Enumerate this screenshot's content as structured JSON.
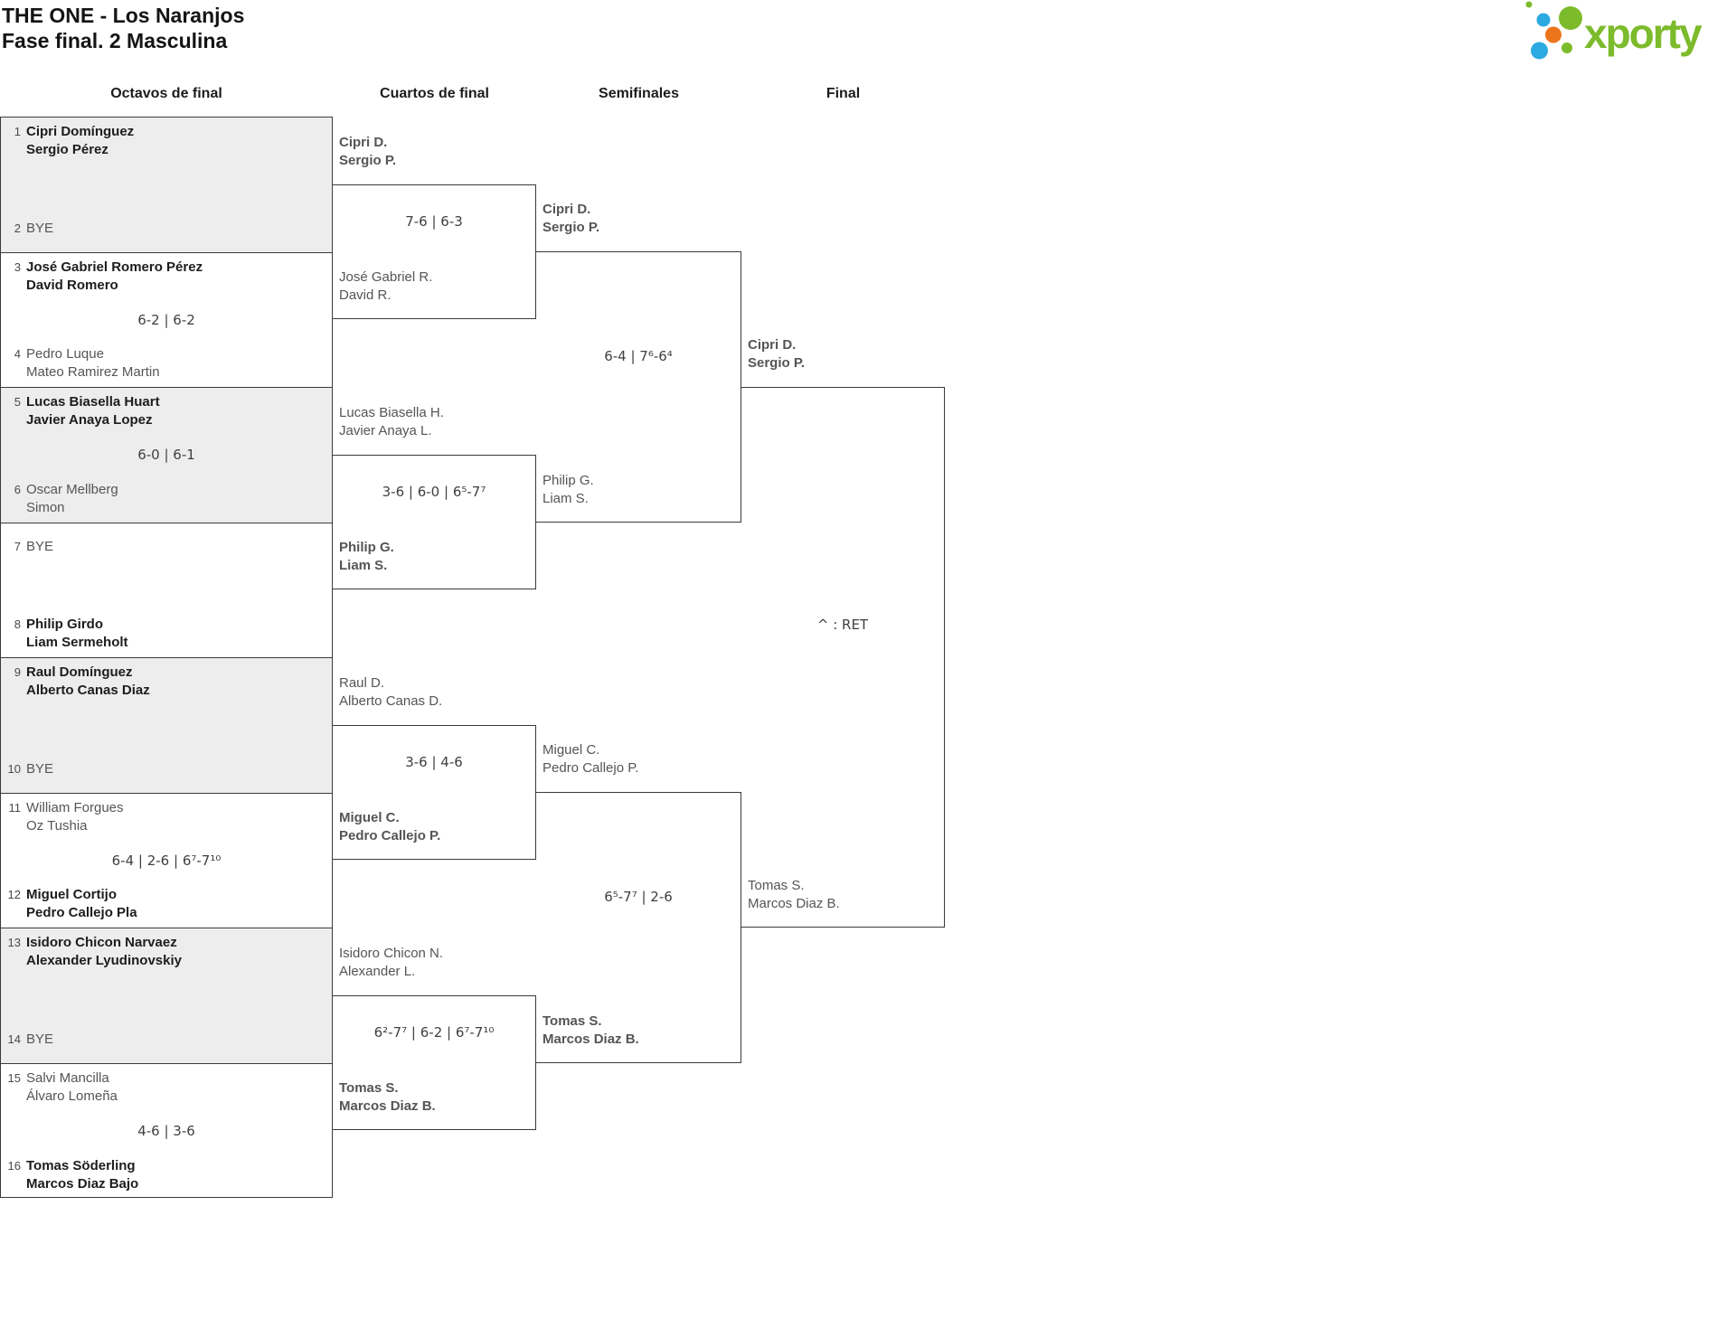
{
  "page": {
    "title": "THE ONE - Los Naranjos",
    "subtitle": "Fase final. 2 Masculina"
  },
  "logo": {
    "text": "xporty",
    "green": "#7cbb2b",
    "blue": "#2ba9e1",
    "orange": "#ec751c"
  },
  "theme": {
    "shaded_cell": "#ededed",
    "line_color": "#3a3a3a",
    "winner_text": "#1d1d1d",
    "regular_text": "#555555"
  },
  "rounds": [
    "Octavos de final",
    "Cuartos de final",
    "Semifinales",
    "Final"
  ],
  "legend": "^ : RET",
  "octavos": {
    "matches": [
      {
        "top": {
          "seed": "1",
          "line1": "Cipri Domínguez",
          "line2": "Sergio Pérez",
          "winner": true
        },
        "bottom": {
          "seed": "2",
          "line1": "BYE",
          "winner": false
        },
        "score": ""
      },
      {
        "top": {
          "seed": "3",
          "line1": "José Gabriel Romero Pérez",
          "line2": "David Romero",
          "winner": true
        },
        "bottom": {
          "seed": "4",
          "line1": "Pedro Luque",
          "line2": "Mateo Ramirez Martin",
          "winner": false
        },
        "score": "6-2 | 6-2"
      },
      {
        "top": {
          "seed": "5",
          "line1": "Lucas Biasella Huart",
          "line2": "Javier Anaya Lopez",
          "winner": true
        },
        "bottom": {
          "seed": "6",
          "line1": "Oscar Mellberg",
          "line2": "Simon",
          "winner": false
        },
        "score": "6-0 | 6-1"
      },
      {
        "top": {
          "seed": "7",
          "line1": "BYE",
          "winner": false
        },
        "bottom": {
          "seed": "8",
          "line1": "Philip Girdo",
          "line2": "Liam Sermeholt",
          "winner": true
        },
        "score": ""
      },
      {
        "top": {
          "seed": "9",
          "line1": "Raul Domínguez",
          "line2": "Alberto Canas Diaz",
          "winner": true
        },
        "bottom": {
          "seed": "10",
          "line1": "BYE",
          "winner": false
        },
        "score": ""
      },
      {
        "top": {
          "seed": "11",
          "line1": "William Forgues",
          "line2": "Oz Tushia",
          "winner": false
        },
        "bottom": {
          "seed": "12",
          "line1": "Miguel Cortijo",
          "line2": "Pedro Callejo Pla",
          "winner": true
        },
        "score": "6-4 | 2-6 | 6⁷-7¹⁰"
      },
      {
        "top": {
          "seed": "13",
          "line1": "Isidoro Chicon Narvaez",
          "line2": "Alexander Lyudinovskiy",
          "winner": true
        },
        "bottom": {
          "seed": "14",
          "line1": "BYE",
          "winner": false
        },
        "score": ""
      },
      {
        "top": {
          "seed": "15",
          "line1": "Salvi Mancilla",
          "line2": "Álvaro Lomeña",
          "winner": false
        },
        "bottom": {
          "seed": "16",
          "line1": "Tomas Söderling",
          "line2": "Marcos Diaz Bajo",
          "winner": true
        },
        "score": "4-6 | 3-6"
      }
    ]
  },
  "cuartos": {
    "advancing": [
      {
        "line1": "Cipri D.",
        "line2": "Sergio P.",
        "winner": true
      },
      {
        "line1": "José Gabriel R.",
        "line2": "David R.",
        "winner": false
      },
      {
        "line1": "Lucas Biasella H.",
        "line2": "Javier Anaya L.",
        "winner": false
      },
      {
        "line1": "Philip G.",
        "line2": "Liam S.",
        "winner": true
      },
      {
        "line1": "Raul D.",
        "line2": "Alberto Canas D.",
        "winner": false
      },
      {
        "line1": "Miguel C.",
        "line2": "Pedro Callejo P.",
        "winner": true
      },
      {
        "line1": "Isidoro Chicon N.",
        "line2": "Alexander L.",
        "winner": false
      },
      {
        "line1": "Tomas S.",
        "line2": "Marcos Diaz B.",
        "winner": true
      }
    ],
    "scores": [
      "7-6 | 6-3",
      "3-6 | 6-0 | 6⁵-7⁷",
      "3-6 | 4-6",
      "6²-7⁷ | 6-2 | 6⁷-7¹⁰"
    ]
  },
  "semifinales": {
    "advancing": [
      {
        "line1": "Cipri D.",
        "line2": "Sergio P.",
        "winner": true
      },
      {
        "line1": "Philip G.",
        "line2": "Liam S.",
        "winner": false
      },
      {
        "line1": "Miguel C.",
        "line2": "Pedro Callejo P.",
        "winner": false
      },
      {
        "line1": "Tomas S.",
        "line2": "Marcos Diaz B.",
        "winner": true
      }
    ],
    "scores": [
      "6-4 | 7⁶-6⁴",
      "6⁵-7⁷ | 2-6"
    ]
  },
  "final": {
    "advancing": [
      {
        "line1": "Cipri D.",
        "line2": "Sergio P.",
        "winner": true
      },
      {
        "line1": "Tomas S.",
        "line2": "Marcos Diaz B.",
        "winner": false
      }
    ]
  }
}
